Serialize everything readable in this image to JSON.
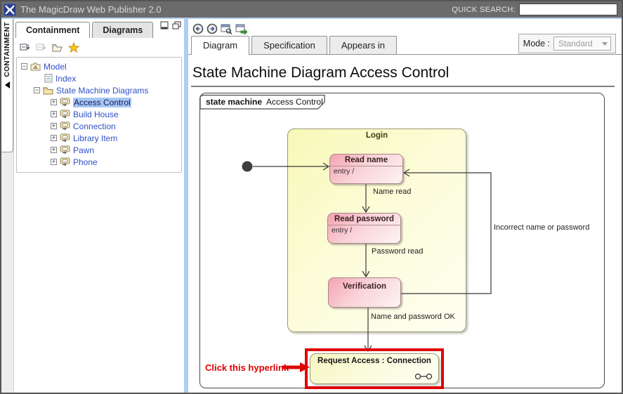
{
  "header": {
    "title": "The MagicDraw Web Publisher 2.0",
    "quick_search_label": "QUICK SEARCH:",
    "search_value": ""
  },
  "sidebar": {
    "vertical_tab": "CONTAINMENT",
    "tabs": [
      {
        "label": "Containment",
        "active": true
      },
      {
        "label": "Diagrams",
        "active": false
      }
    ],
    "tree": [
      {
        "label": "Model"
      },
      {
        "label": "Index"
      },
      {
        "label": "State Machine Diagrams"
      },
      {
        "label": "Access Control",
        "selected": true
      },
      {
        "label": "Build House"
      },
      {
        "label": "Connection"
      },
      {
        "label": "Library Item"
      },
      {
        "label": "Pawn"
      },
      {
        "label": "Phone"
      }
    ]
  },
  "main": {
    "tabs": [
      {
        "label": "Diagram",
        "active": true
      },
      {
        "label": "Specification",
        "active": false
      },
      {
        "label": "Appears in",
        "active": false
      }
    ],
    "mode": {
      "label": "Mode :",
      "value": "Standard"
    },
    "heading": "State Machine Diagram Access Control",
    "diagram": {
      "frame_keyword": "state machine",
      "frame_name": "Access Control",
      "composite_state": "Login",
      "states": {
        "read_name": {
          "title": "Read name",
          "entry": "entry /"
        },
        "read_password": {
          "title": "Read password",
          "entry": "entry /"
        },
        "verification": {
          "title": "Verification"
        },
        "request_access": {
          "title": "Request Access : Connection"
        }
      },
      "transitions": {
        "name_read": "Name read",
        "password_read": "Password read",
        "incorrect": "Incorrect name or password",
        "ok": "Name and password OK"
      },
      "annotation": "Click this hyperlink"
    }
  },
  "icons": {
    "header": [
      "magicdraw-logo"
    ],
    "nav": [
      "back-icon",
      "forward-icon",
      "show-in-tree-icon",
      "open-diagram-icon"
    ],
    "tree_toolbar": [
      "expand-criteria-icon",
      "collapse-criteria-icon",
      "open-folder-icon",
      "favorites-star-icon"
    ],
    "panel": [
      "minimize-panel-icon",
      "restore-panel-icon"
    ],
    "diagram": [
      "initial-state-icon",
      "submachine-icon"
    ]
  },
  "colors": {
    "header_gray": "#6b6b6b",
    "annotation_red": "#e00000",
    "tree_link_blue": "#3050c8",
    "selection_blue": "#a9c7f2",
    "state_pink": "#f3a3b1",
    "state_yellow": "#f8f8b8",
    "separator_blue": "#aecdf6"
  }
}
